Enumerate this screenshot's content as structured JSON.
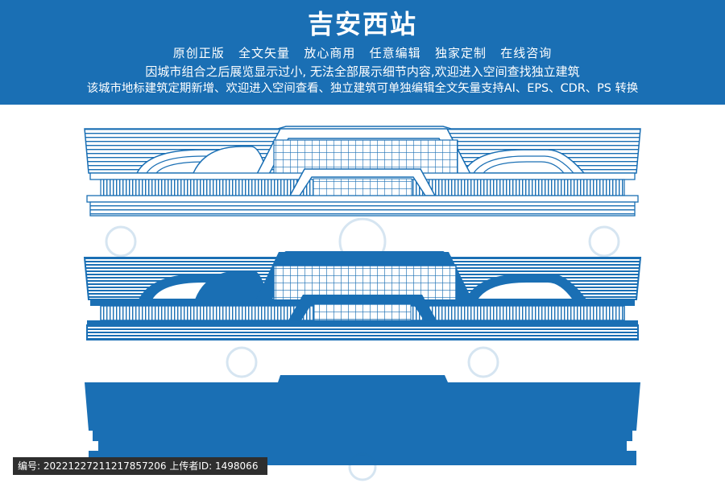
{
  "header": {
    "title": "吉安西站",
    "line1": "原创正版   全文矢量   放心商用   任意编辑   独家定制   在线咨询",
    "line2": "因城市组合之后展览显示过小, 无法全部展示细节内容,欢迎进入空间查找独立建筑",
    "line3": "该城市地标建筑定期新增、欢迎进入空间查看、独立建筑可单独编辑全文矢量支持AI、EPS、CDR、PS 转换"
  },
  "footer": {
    "id_text": "编号: 20221227211217857206 上传者ID: 1498066"
  },
  "colors": {
    "brand_blue": "#1a6fb4",
    "background": "#ffffff",
    "id_bar": "#2e2e2e"
  },
  "icons": [
    "watermark-logo-icon"
  ]
}
